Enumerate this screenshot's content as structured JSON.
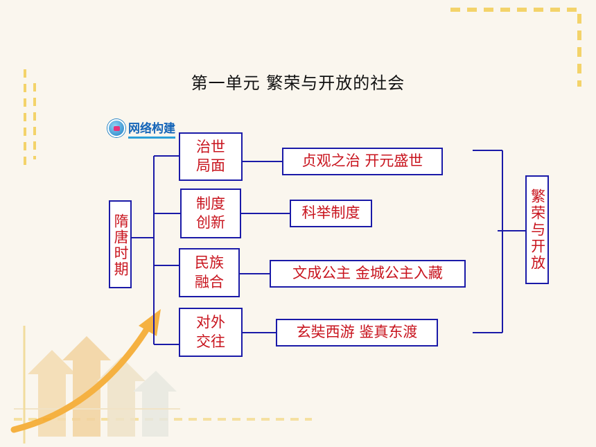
{
  "title": "第一单元  繁荣与开放的社会",
  "section_badge": "网络构建",
  "root": "隋唐时期",
  "conclusion": "繁荣与开放",
  "branches": [
    {
      "aspect": "治世\n局面",
      "content": "贞观之治  开元盛世"
    },
    {
      "aspect": "制度\n创新",
      "content": "科举制度"
    },
    {
      "aspect": "民族\n融合",
      "content": "文成公主  金城公主入藏"
    },
    {
      "aspect": "对外\n交往",
      "content": "玄奘西游  鉴真东渡"
    }
  ],
  "colors": {
    "line": "#1a1aa8",
    "text": "#c8141e",
    "title": "#111111",
    "badge": "#1565b8"
  }
}
